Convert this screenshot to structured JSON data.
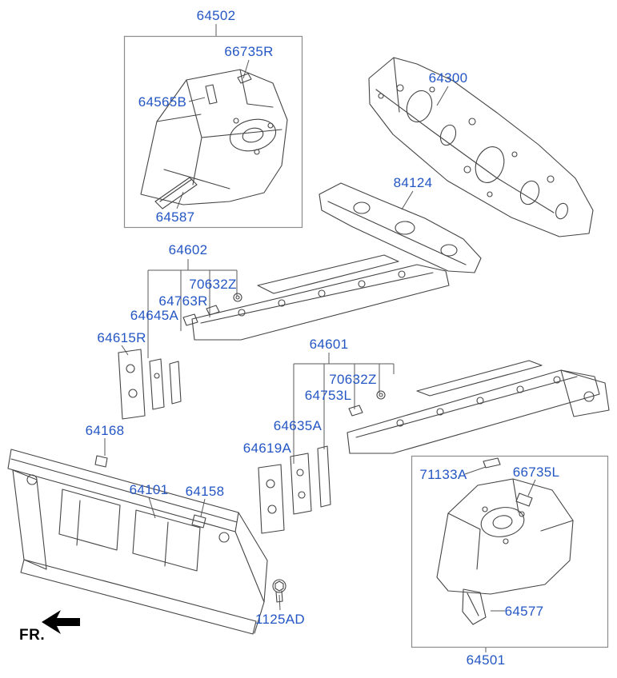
{
  "colors": {
    "label": "#2456c4",
    "line": "#454545",
    "leader": "#5a5a5a",
    "box": "#8c8c8c",
    "fr": "#000000"
  },
  "fr_indicator": {
    "label": "FR."
  },
  "labels": {
    "l64502": "64502",
    "l66735R": "66735R",
    "l64565B": "64565B",
    "l64587": "64587",
    "l64300": "64300",
    "l84124": "84124",
    "l64602": "64602",
    "l70632Z_a": "70632Z",
    "l64763R": "64763R",
    "l64645A": "64645A",
    "l64615R": "64615R",
    "l64601": "64601",
    "l70632Z_b": "70632Z",
    "l64753L": "64753L",
    "l64635A": "64635A",
    "l64619A": "64619A",
    "l64168": "64168",
    "l64101": "64101",
    "l64158": "64158",
    "l1125AD": "1125AD",
    "l71133A": "71133A",
    "l66735L": "66735L",
    "l64577": "64577",
    "l64501": "64501"
  }
}
